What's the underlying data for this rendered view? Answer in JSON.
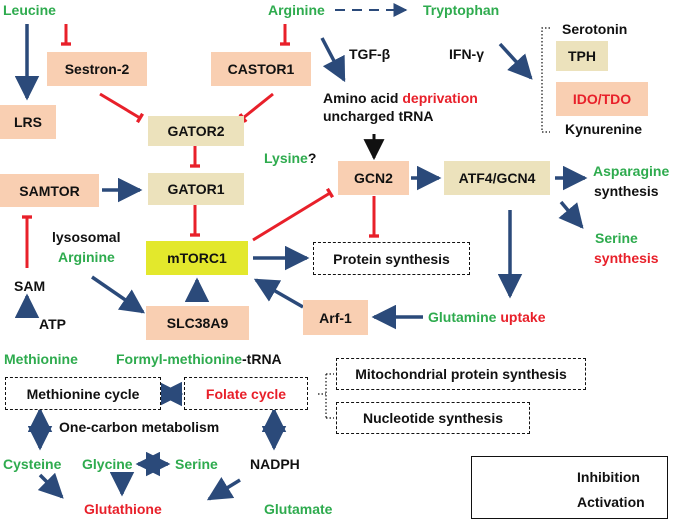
{
  "colors": {
    "activation": "#2b4a7a",
    "inhibition": "#e8202a",
    "amino_acid": "#2eab4e",
    "emphasis": "#e8202a"
  },
  "labels": {
    "leucine": "Leucine",
    "arginine": "Arginine",
    "tryptophan": "Tryptophan",
    "serotonin": "Serotonin",
    "kynurenine": "Kynurenine",
    "tgf_beta": "TGF-β",
    "ifn_gamma": "IFN-γ",
    "amino_acid": "Amino acid ",
    "deprivation": "deprivation",
    "uncharged_trna": "uncharged tRNA",
    "lysine": "Lysine",
    "question": "?",
    "asparagine": "Asparagine",
    "asparagine_synthesis": "synthesis",
    "serine_word": "Serine",
    "serine_synthesis": "synthesis",
    "lysosomal": "lysosomal",
    "lysosomal_arginine": "Arginine",
    "sam": "SAM",
    "atp": "ATP",
    "glutamine": "Glutamine ",
    "uptake": "uptake",
    "methionine": "Methionine",
    "formyl_methionine": "Formyl-methionine",
    "formyl_trna": "-tRNA",
    "one_carbon": "One-carbon metabolism",
    "cysteine": "Cysteine",
    "glycine": "Glycine",
    "serine": "Serine",
    "nadph": "NADPH",
    "glutathione": "Glutathione",
    "glutamate": "Glutamate"
  },
  "boxes": {
    "sestron2": "Sestron-2",
    "castor1": "CASTOR1",
    "lrs": "LRS",
    "gator2": "GATOR2",
    "gator1": "GATOR1",
    "samtor": "SAMTOR",
    "mtorc1": "mTORC1",
    "slc38a9": "SLC38A9",
    "arf1": "Arf-1",
    "gcn2": "GCN2",
    "atf4_gcn4": "ATF4/GCN4",
    "tph": "TPH",
    "ido_tdo": "IDO/TDO",
    "protein_synthesis": "Protein synthesis",
    "methionine_cycle": "Methionine cycle",
    "folate_cycle": "Folate cycle",
    "mito_protein_synthesis": "Mitochondrial protein synthesis",
    "nucleotide_synthesis": "Nucleotide synthesis"
  },
  "legend": {
    "inhibition": "Inhibition",
    "activation": "Activation"
  }
}
